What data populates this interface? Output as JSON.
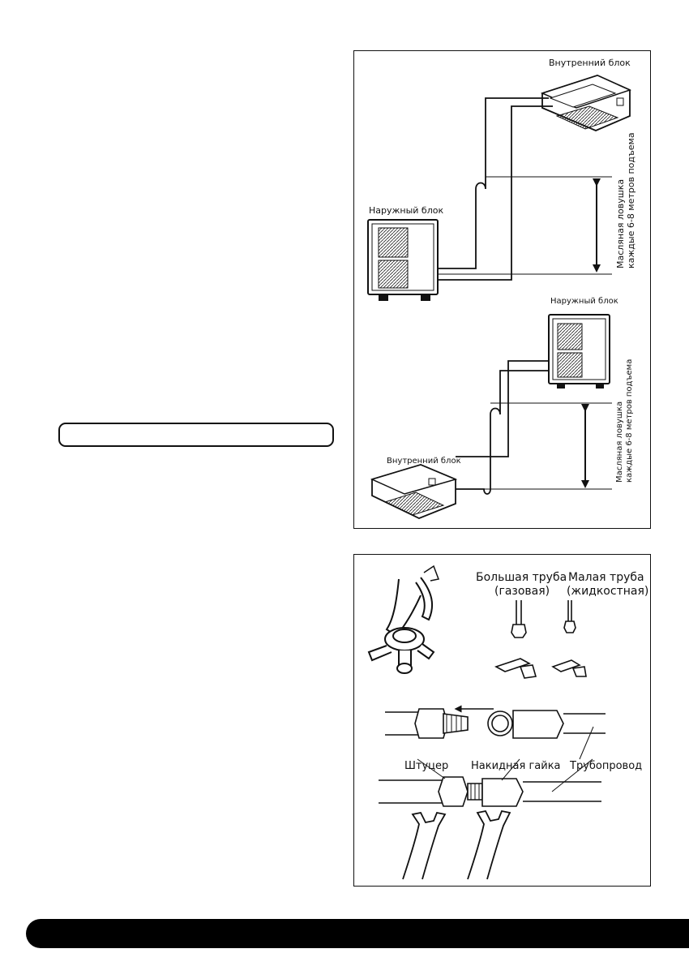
{
  "top_figure": {
    "indoor_unit_label": "Внутренний блок",
    "outdoor_unit_label": "Наружный блок",
    "oil_trap_line1": "Масляная ловушка",
    "oil_trap_line2": "каждые 6-8 метров подъема"
  },
  "middle_figure": {
    "outdoor_unit_label": "Наружный блок",
    "indoor_unit_label": "Внутренний блок",
    "oil_trap_line1": "Масляная ловушка",
    "oil_trap_line2": "каждые 6-8 метров подъема"
  },
  "connection_figure": {
    "big_pipe_line1": "Большая труба",
    "big_pipe_line2": "(газовая)",
    "small_pipe_line1": "Малая труба",
    "small_pipe_line2": "(жидкостная)",
    "fitting_label": "Штуцер",
    "flare_nut_label": "Накидная гайка",
    "pipeline_label": "Трубопровод"
  }
}
